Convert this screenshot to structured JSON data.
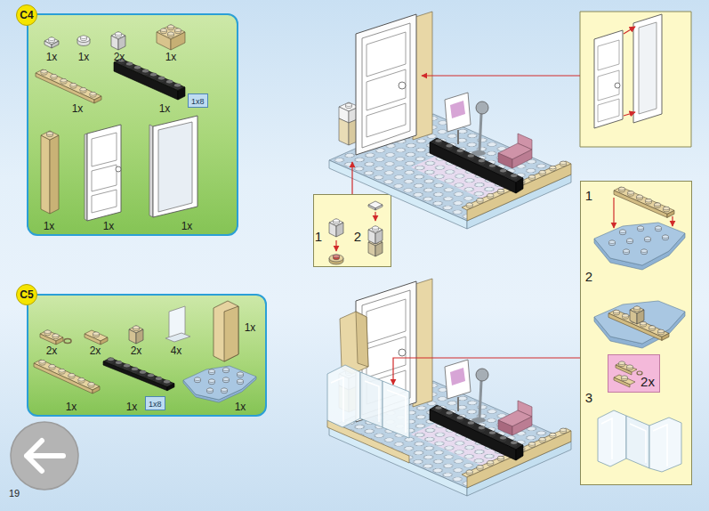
{
  "diagram": {
    "nodes": [
      {
        "text": [
          "C4",
          "1x",
          "1x",
          "2x",
          "1x",
          "1x",
          "1x",
          "1x",
          "1x",
          "1x"
        ]
      },
      {
        "text": [
          "1x8"
        ],
        "in": 0
      },
      {
        "text": [
          "C5",
          "2x",
          "2x",
          "2x",
          "4x",
          "1x",
          "1x",
          "1x",
          "1x"
        ]
      },
      {
        "text": [
          "1x8"
        ],
        "in": 2
      },
      {
        "text": [
          "1",
          "2"
        ]
      },
      {
        "text": [
          "1",
          "2",
          "3"
        ]
      },
      {
        "text": [
          "2x"
        ],
        "in": 5
      }
    ],
    "labels": [
      "19"
    ]
  }
}
